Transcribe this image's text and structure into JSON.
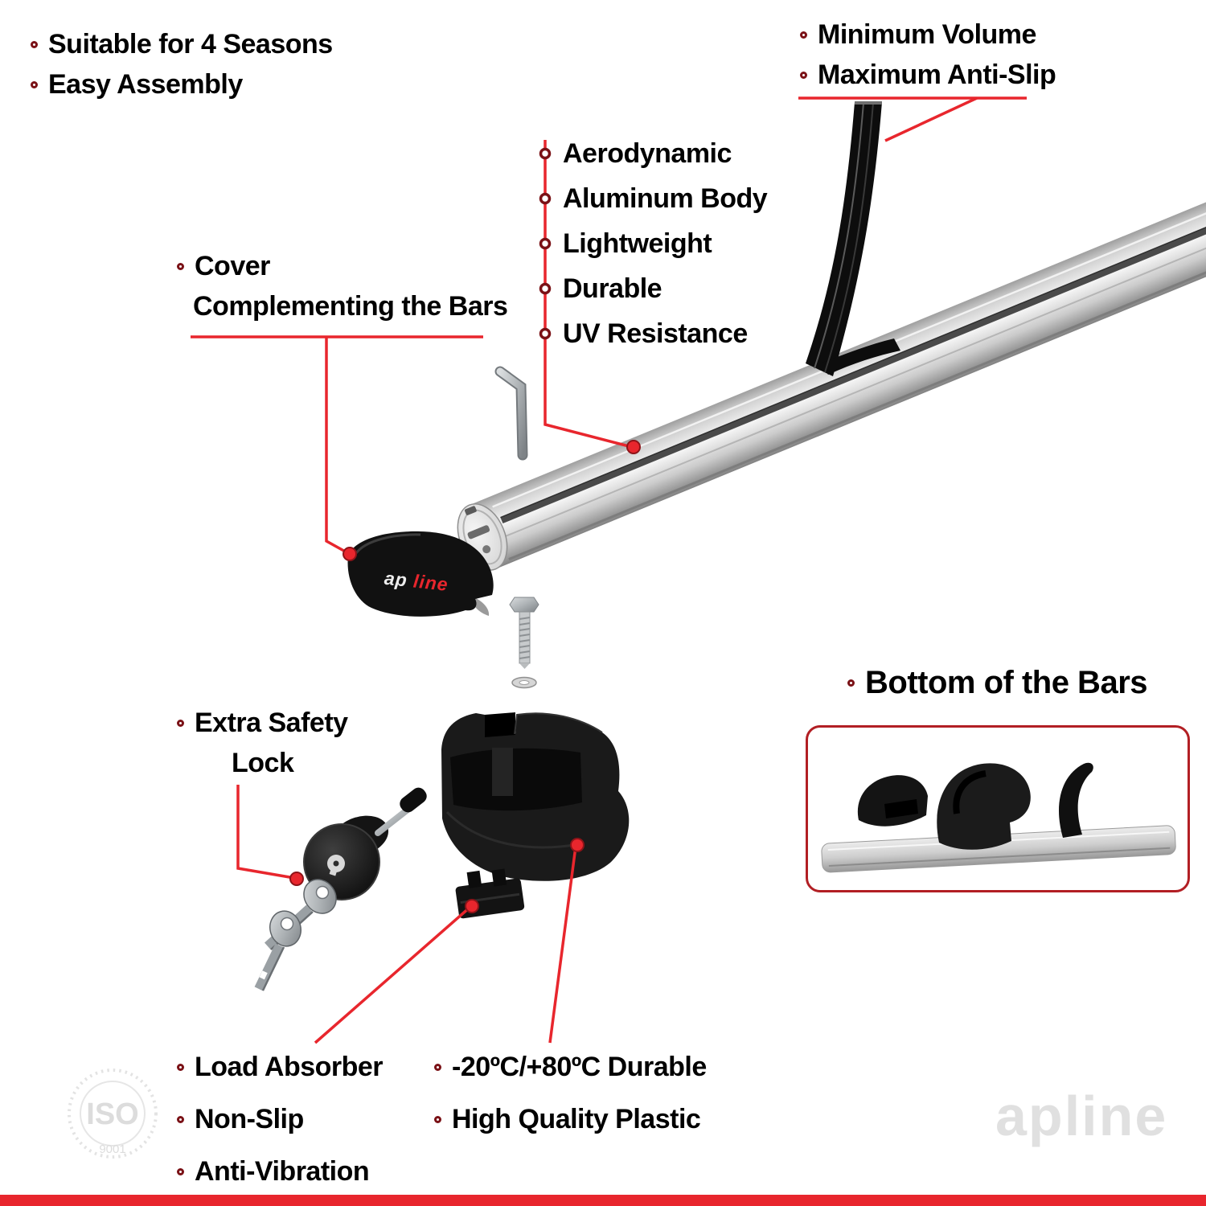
{
  "colors": {
    "accent_red": "#e8262d",
    "bullet_maroon": "#7a1116",
    "inset_border": "#b21f24",
    "watermark_gray": "#e0e0e0",
    "bar_silver": "#d2d2d2"
  },
  "top_left": {
    "items": [
      "Suitable for 4 Seasons",
      "Easy Assembly"
    ]
  },
  "top_right": {
    "items": [
      "Minimum Volume",
      "Maximum Anti-Slip"
    ]
  },
  "bar_features": {
    "items": [
      "Aerodynamic",
      "Aluminum Body",
      "Lightweight",
      "Durable",
      "UV Resistance"
    ]
  },
  "cover_label": {
    "line1": "Cover",
    "line2": "Complementing the Bars"
  },
  "lock_label": {
    "line1": "Extra Safety",
    "line2": "Lock"
  },
  "bottom_bars_label": "Bottom of the Bars",
  "bottom_left": {
    "items": [
      "Load Absorber",
      "Non-Slip",
      "Anti-Vibration"
    ]
  },
  "bottom_mid": {
    "items": [
      "-20ºC/+80ºC Durable",
      "High Quality Plastic"
    ]
  },
  "brand": {
    "cover_logo_ap": "ap",
    "cover_logo_line": "line",
    "watermark_text": "apline",
    "iso_text": "ISO",
    "iso_sub": "9001"
  }
}
